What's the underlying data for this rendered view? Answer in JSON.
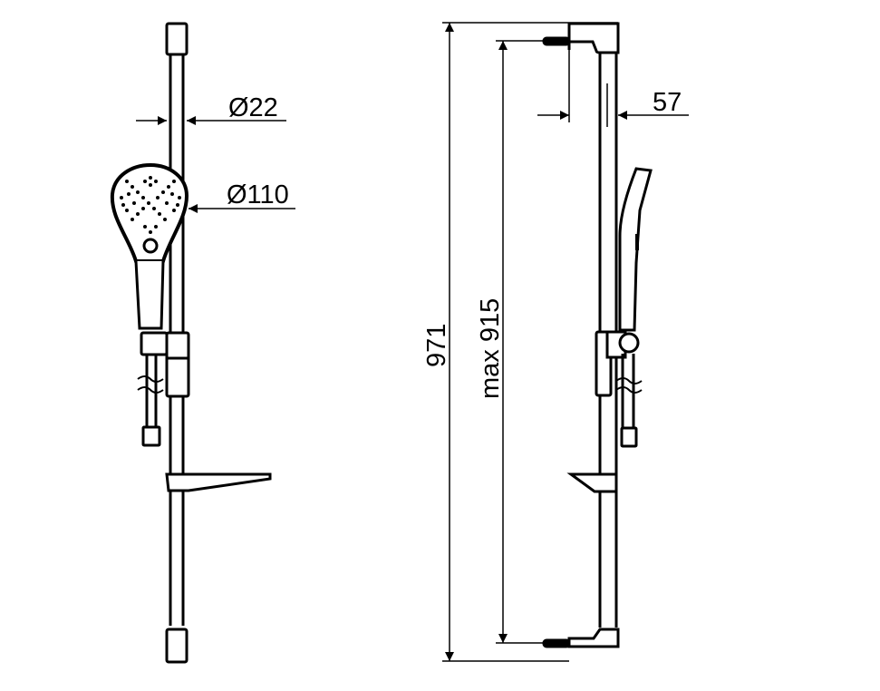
{
  "drawing": {
    "type": "technical-dimension-drawing",
    "subject": "shower rail set with hand shower and soap dish",
    "views": [
      {
        "name": "front-view",
        "description": "Front view of slide rail with round hand shower"
      },
      {
        "name": "side-view",
        "description": "Side view of slide rail with wall brackets"
      }
    ]
  },
  "dimensions": {
    "rail_diameter": "Ø22",
    "shower_head_diameter": "Ø110",
    "wall_projection": "57",
    "total_height": "971",
    "max_bracket_spacing": "max 915"
  },
  "colors": {
    "line": "#000000",
    "background": "#ffffff"
  }
}
